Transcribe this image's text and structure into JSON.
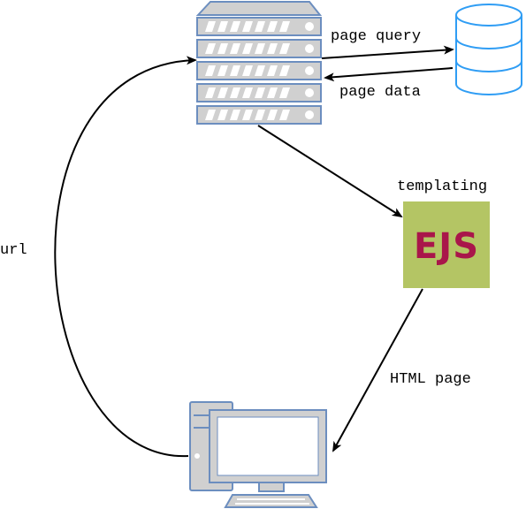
{
  "labels": {
    "page_query": "page query",
    "page_data": "page data",
    "templating": "templating",
    "url": "url",
    "html_page": "HTML page",
    "ejs_logo": "EJS"
  },
  "colors": {
    "server_fill": "#d0d0d0",
    "server_stroke": "#6c8ebf",
    "db_stroke": "#2f9df4",
    "ejs_bg": "#b4c564",
    "ejs_text": "#a9164a",
    "computer_fill": "#d0d0d0",
    "computer_stroke": "#6c8ebf"
  },
  "nodes": {
    "server": "server-icon",
    "database": "database-icon",
    "templating_engine": "ejs-logo",
    "client": "computer-icon"
  }
}
